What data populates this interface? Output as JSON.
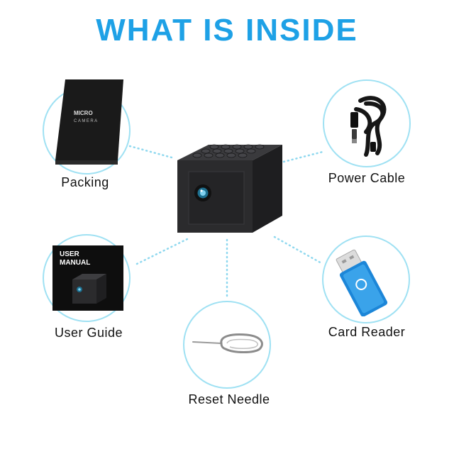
{
  "header": {
    "title": "WHAT IS INSIDE"
  },
  "items": {
    "packing": {
      "label": "Packing",
      "box_text": "MICRO",
      "box_subtext": "CAMERA"
    },
    "power_cable": {
      "label": "Power Cable"
    },
    "user_guide": {
      "label": "User Guide",
      "cover_text_1": "USER",
      "cover_text_2": "MANUAL"
    },
    "card_reader": {
      "label": "Card Reader"
    },
    "reset_needle": {
      "label": "Reset Needle"
    }
  },
  "colors": {
    "title": "#1ea1e6",
    "circle_border": "#9fe1f3",
    "connector": "#8fd8ef",
    "camera_body": "#2b2b2d",
    "reader_blue": "#1c86d8"
  }
}
